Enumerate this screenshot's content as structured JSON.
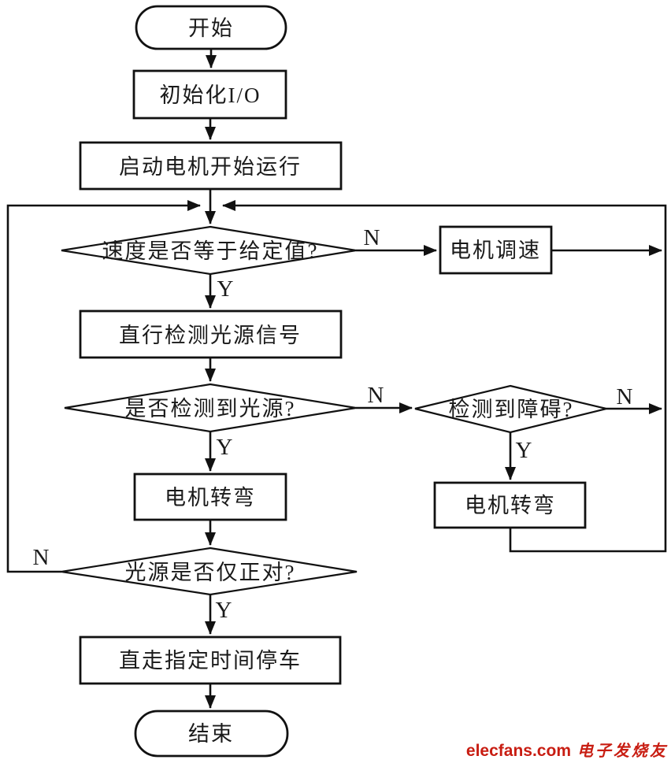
{
  "colors": {
    "background": "#ffffff",
    "stroke": "#111111",
    "watermark_red": "#c81d12"
  },
  "nodes": {
    "start": {
      "label": "开始",
      "shape": "terminator"
    },
    "init_io": {
      "label": "初始化I/O",
      "shape": "process"
    },
    "start_motor": {
      "label": "启动电机开始运行",
      "shape": "process"
    },
    "speed_check": {
      "label": "速度是否等于给定值?",
      "shape": "decision"
    },
    "motor_speed_adjust": {
      "label": "电机调速",
      "shape": "process"
    },
    "straight_detect_light": {
      "label": "直行检测光源信号",
      "shape": "process"
    },
    "light_detected_check": {
      "label": "是否检测到光源?",
      "shape": "decision"
    },
    "obstacle_check": {
      "label": "检测到障碍?",
      "shape": "decision"
    },
    "motor_turn_main": {
      "label": "电机转弯",
      "shape": "process"
    },
    "motor_turn_obstacle": {
      "label": "电机转弯",
      "shape": "process"
    },
    "light_facing_check": {
      "label": "光源是否仅正对?",
      "shape": "decision"
    },
    "straight_timed_stop": {
      "label": "直走指定时间停车",
      "shape": "process"
    },
    "end": {
      "label": "结束",
      "shape": "terminator"
    }
  },
  "branch_labels": {
    "yes": "Y",
    "no": "N"
  },
  "watermark": {
    "site": "elecfans.com",
    "site_cn": "电子发烧友"
  }
}
